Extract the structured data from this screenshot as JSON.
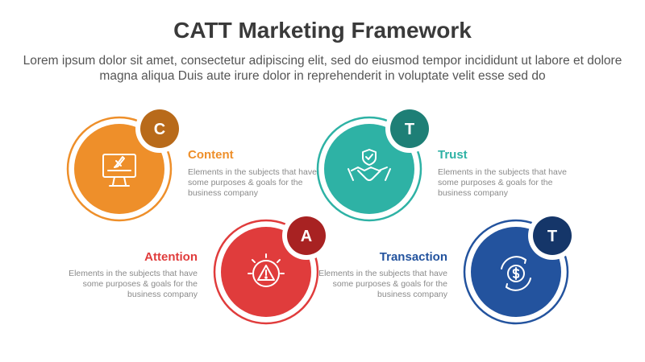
{
  "title": "CATT Marketing Framework",
  "subtitle": "Lorem ipsum dolor sit amet, consectetur adipiscing elit, sed do eiusmod tempor incididunt ut labore et dolore magna aliqua Duis aute irure dolor in reprehenderit in voluptate velit esse sed do",
  "items": [
    {
      "letter": "C",
      "heading": "Content",
      "desc": "Elements in the subjects that have some purposes & goals for the business company",
      "color": "#EE8F2A",
      "badge_color": "#B86A1A",
      "icon": "computer-icon"
    },
    {
      "letter": "T",
      "heading": "Trust",
      "desc": "Elements in the subjects that have some purposes & goals for the business company",
      "color": "#2EB2A5",
      "badge_color": "#1E7F76",
      "icon": "handshake-icon"
    },
    {
      "letter": "A",
      "heading": "Attention",
      "desc": "Elements in the subjects that have some purposes & goals for the business company",
      "color": "#E03C3C",
      "badge_color": "#A82222",
      "icon": "alert-icon"
    },
    {
      "letter": "T",
      "heading": "Transaction",
      "desc": "Elements in the subjects that have some purposes & goals for the business company",
      "color": "#23539E",
      "badge_color": "#153669",
      "icon": "money-cycle-icon"
    }
  ]
}
